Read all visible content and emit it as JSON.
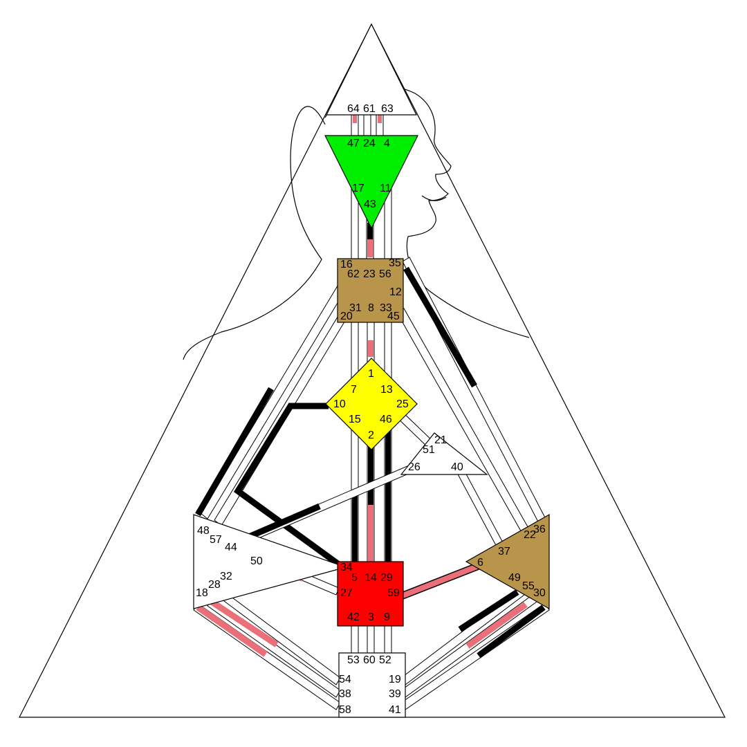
{
  "colors": {
    "head": "#ffffff",
    "ajna": "#00ee00",
    "throat": "#b8954a",
    "g": "#ffff00",
    "sacral": "#ff0000",
    "spleen": "#ffffff",
    "solar_plexus": "#b8954a",
    "ego": "#ffffff",
    "root": "#ffffff",
    "defined_design": "#000000",
    "defined_personality": "#ea6f78",
    "outline": "#000000"
  },
  "centers": [
    {
      "name": "head",
      "color": "white",
      "defined": false
    },
    {
      "name": "ajna",
      "color": "green",
      "defined": true
    },
    {
      "name": "throat",
      "color": "brown",
      "defined": true
    },
    {
      "name": "g",
      "color": "yellow",
      "defined": true
    },
    {
      "name": "ego",
      "color": "white",
      "defined": false
    },
    {
      "name": "spleen",
      "color": "white",
      "defined": false
    },
    {
      "name": "sacral",
      "color": "red",
      "defined": true
    },
    {
      "name": "solar_plexus",
      "color": "brown",
      "defined": true
    },
    {
      "name": "root",
      "color": "white",
      "defined": false
    }
  ],
  "gates": {
    "64": "64",
    "61": "61",
    "63": "63",
    "47": "47",
    "24": "24",
    "4": "4",
    "17": "17",
    "11": "11",
    "43": "43",
    "16": "16",
    "62": "62",
    "23": "23",
    "56": "56",
    "35": "35",
    "12": "12",
    "31": "31",
    "8": "8",
    "33": "33",
    "20": "20",
    "45": "45",
    "1": "1",
    "7": "7",
    "13": "13",
    "10": "10",
    "25": "25",
    "15": "15",
    "46": "46",
    "2": "2",
    "21": "21",
    "51": "51",
    "26": "26",
    "40": "40",
    "48": "48",
    "57": "57",
    "44": "44",
    "50": "50",
    "32": "32",
    "28": "28",
    "18": "18",
    "34": "34",
    "5": "5",
    "14": "14",
    "29": "29",
    "27": "27",
    "59": "59",
    "42": "42",
    "3": "3",
    "9": "9",
    "36": "36",
    "22": "22",
    "37": "37",
    "6": "6",
    "49": "49",
    "55": "55",
    "30": "30",
    "53": "53",
    "60": "60",
    "52": "52",
    "54": "54",
    "38": "38",
    "58": "58",
    "19": "19",
    "39": "39",
    "41": "41"
  }
}
